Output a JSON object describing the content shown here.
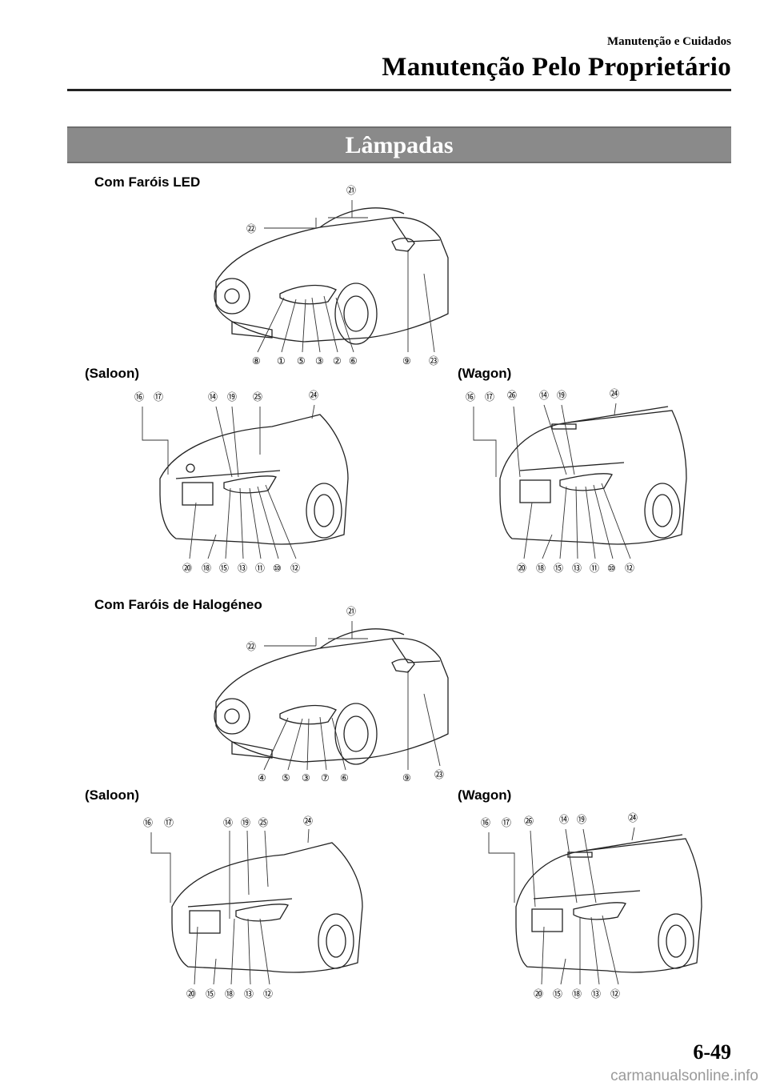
{
  "header": {
    "section": "Manutenção e Cuidados",
    "title": "Manutenção Pelo Proprietário"
  },
  "banner": {
    "title": "Lâmpadas"
  },
  "sections": {
    "led_title": "Com Faróis LED",
    "halogen_title": "Com Faróis de Halogéneo",
    "saloon_label": "(Saloon)",
    "wagon_label": "(Wagon)"
  },
  "callouts": {
    "front_led": [
      "⑧",
      "①",
      "⑤",
      "③",
      "②",
      "⑥",
      "⑨",
      "㉓",
      "㉑",
      "㉒"
    ],
    "rear_led_saloon_top": [
      "⑯",
      "⑰",
      "⑭",
      "⑲",
      "㉕",
      "㉔"
    ],
    "rear_led_saloon_bottom": [
      "⑳",
      "⑱",
      "⑮",
      "⑬",
      "⑪",
      "⑩",
      "⑫"
    ],
    "rear_led_wagon_top": [
      "⑯",
      "⑰",
      "㉖",
      "⑭",
      "⑲",
      "㉔"
    ],
    "rear_led_wagon_bottom": [
      "⑳",
      "⑱",
      "⑮",
      "⑬",
      "⑪",
      "⑩",
      "⑫"
    ],
    "front_halogen": [
      "④",
      "⑤",
      "③",
      "⑦",
      "⑥",
      "⑨",
      "㉓",
      "㉑",
      "㉒"
    ],
    "rear_hal_saloon_top": [
      "⑯",
      "⑰",
      "⑭",
      "⑲",
      "㉕",
      "㉔"
    ],
    "rear_hal_saloon_bottom": [
      "⑳",
      "⑮",
      "⑱",
      "⑬",
      "⑫"
    ],
    "rear_hal_wagon_top": [
      "⑯",
      "⑰",
      "㉖",
      "⑭",
      "⑲",
      "㉔"
    ],
    "rear_hal_wagon_bottom": [
      "⑳",
      "⑮",
      "⑱",
      "⑬",
      "⑫"
    ]
  },
  "footer": {
    "page_number": "6-49",
    "watermark": "carmanualsonline.info"
  }
}
